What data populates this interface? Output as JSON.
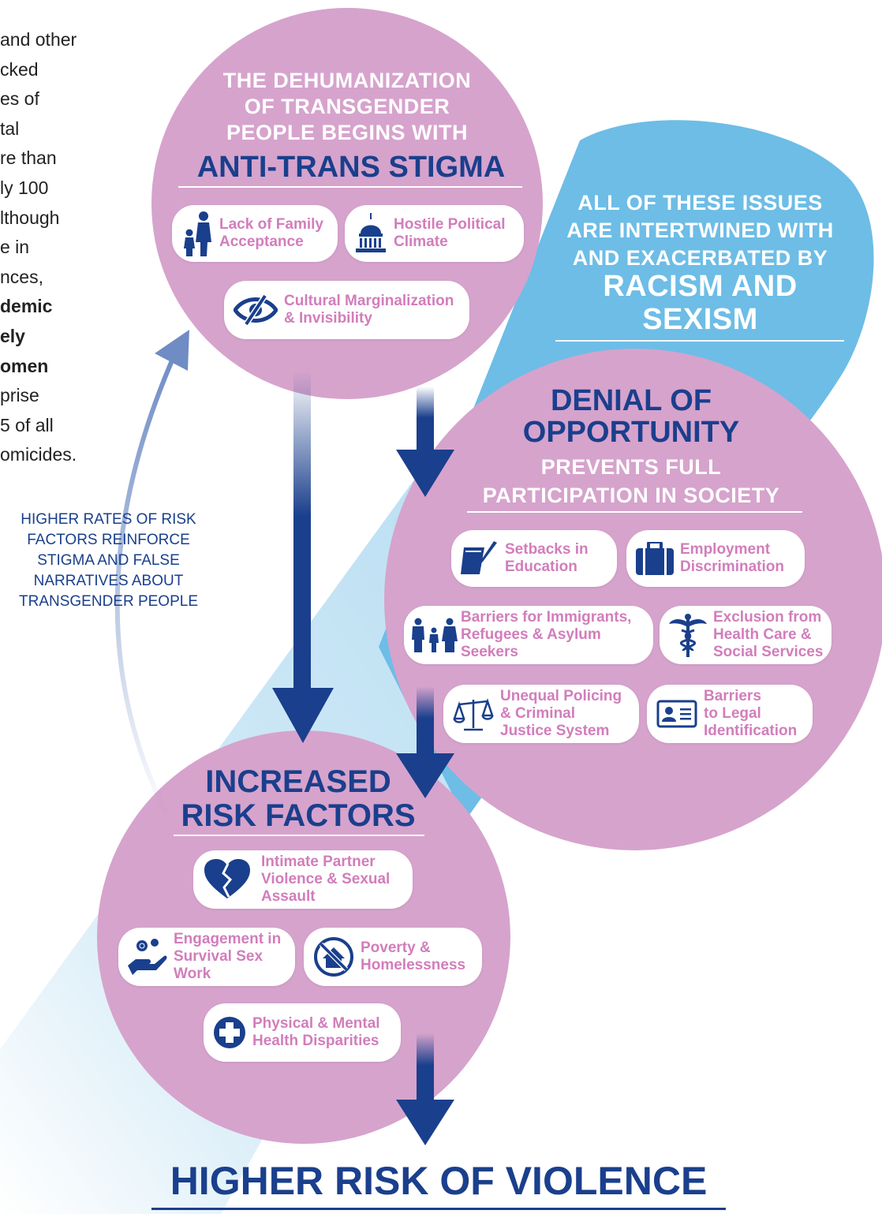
{
  "intro": {
    "lines": [
      "and other",
      "cked",
      "es of",
      "tal",
      "re than",
      "ly 100",
      "lthough",
      "e in",
      "nces,"
    ],
    "bold_lines": [
      "demic",
      "ely",
      "omen"
    ],
    "tail_lines": [
      "prise",
      "5 of all",
      "omicides."
    ]
  },
  "stigma": {
    "heading_lines": [
      "THE DEHUMANIZATION",
      "OF TRANSGENDER",
      "PEOPLE BEGINS WITH"
    ],
    "title": "ANTI-TRANS STIGMA",
    "items": [
      {
        "label": "Lack of Family\nAcceptance",
        "icon": "family-icon"
      },
      {
        "label": "Hostile Political\nClimate",
        "icon": "capitol-icon"
      },
      {
        "label": "Cultural Marginalization\n& Invisibility",
        "icon": "hidden-eye-icon"
      }
    ]
  },
  "intertwined": {
    "heading_lines": [
      "ALL OF THESE ISSUES",
      "ARE INTERTWINED WITH",
      "AND EXACERBATED BY"
    ],
    "title_lines": [
      "RACISM AND",
      "SEXISM"
    ]
  },
  "opportunity": {
    "title_lines": [
      "DENIAL OF",
      "OPPORTUNITY"
    ],
    "sub_lines": [
      "PREVENTS FULL",
      "PARTICIPATION IN SOCIETY"
    ],
    "items": [
      {
        "label": "Setbacks in\nEducation",
        "icon": "notebook-pen-icon"
      },
      {
        "label": "Employment\nDiscrimination",
        "icon": "briefcase-icon"
      },
      {
        "label": "Barriers for Immigrants,\nRefugees & Asylum\nSeekers",
        "icon": "family-group-icon"
      },
      {
        "label": "Exclusion from\nHealth Care &\nSocial Services",
        "icon": "caduceus-icon"
      },
      {
        "label": "Unequal Policing\n& Criminal\nJustice System",
        "icon": "scales-icon"
      },
      {
        "label": "Barriers\nto Legal\nIdentification",
        "icon": "id-card-icon"
      }
    ]
  },
  "risk": {
    "title_lines": [
      "INCREASED",
      "RISK FACTORS"
    ],
    "items": [
      {
        "label": "Intimate Partner\nViolence & Sexual\nAssault",
        "icon": "broken-heart-icon"
      },
      {
        "label": "Engagement in\nSurvival Sex\nWork",
        "icon": "hand-coins-icon"
      },
      {
        "label": "Poverty &\nHomelessness",
        "icon": "no-home-icon"
      },
      {
        "label": "Physical & Mental\nHealth Disparities",
        "icon": "medical-cross-icon"
      }
    ]
  },
  "loop_note": [
    "HIGHER RATES OF RISK",
    "FACTORS REINFORCE",
    "STIGMA AND FALSE",
    "NARRATIVES ABOUT",
    "TRANSGENDER PEOPLE"
  ],
  "outcome": {
    "title": "HIGHER RISK OF VIOLENCE"
  },
  "colors": {
    "pink": "#d6a3cc",
    "navy": "#1a3f8c",
    "sky": "#6dbde6",
    "label_pink": "#d27dbb"
  }
}
